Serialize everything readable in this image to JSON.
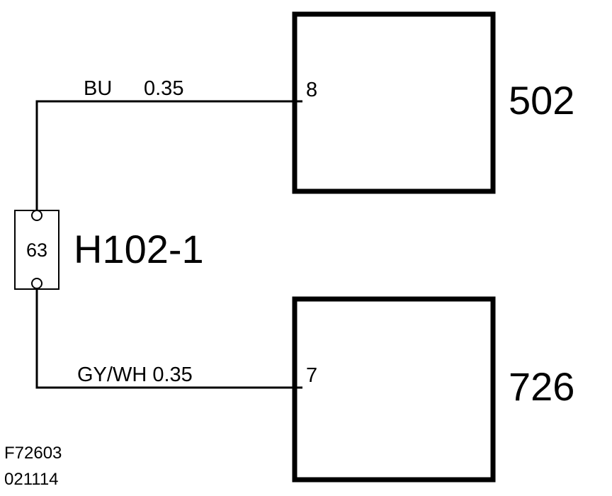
{
  "components": {
    "top": {
      "id": "502",
      "pin": "8"
    },
    "bottom": {
      "id": "726",
      "pin": "7"
    }
  },
  "connector": {
    "id": "H102-1",
    "pin": "63"
  },
  "wires": {
    "top": {
      "color": "BU",
      "size": "0.35"
    },
    "bottom": {
      "label": "GY/WH 0.35"
    }
  },
  "footer": {
    "figure_id": "F72603",
    "code": "021114"
  }
}
